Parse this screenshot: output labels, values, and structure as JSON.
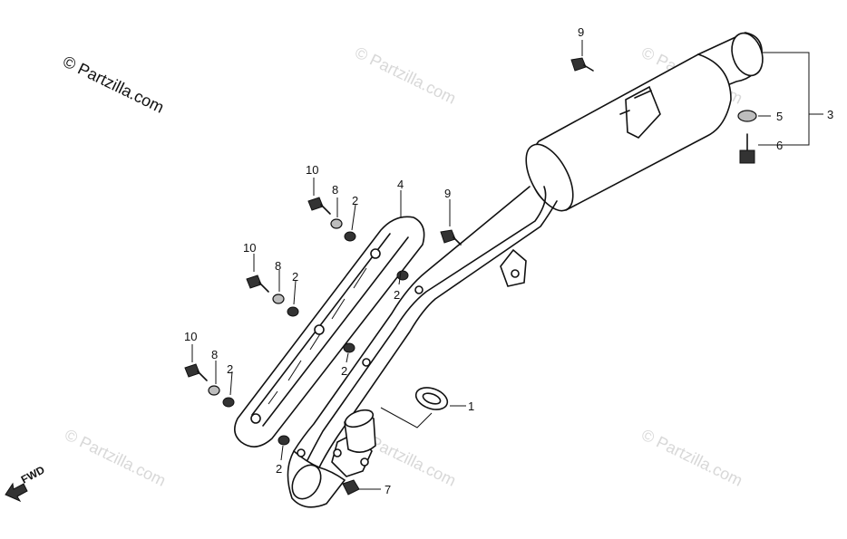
{
  "watermarks": {
    "primary": "© Partzilla.com",
    "faint": "© Partzilla.com"
  },
  "direction_label": "FWD",
  "callouts": {
    "c1": "1",
    "c2a": "2",
    "c2b": "2",
    "c2c": "2",
    "c2d": "2",
    "c2e": "2",
    "c2f": "2",
    "c3": "3",
    "c4": "4",
    "c5": "5",
    "c6": "6",
    "c7": "7",
    "c8a": "8",
    "c8b": "8",
    "c8c": "8",
    "c9a": "9",
    "c9b": "9",
    "c10a": "10",
    "c10b": "10",
    "c10c": "10"
  }
}
